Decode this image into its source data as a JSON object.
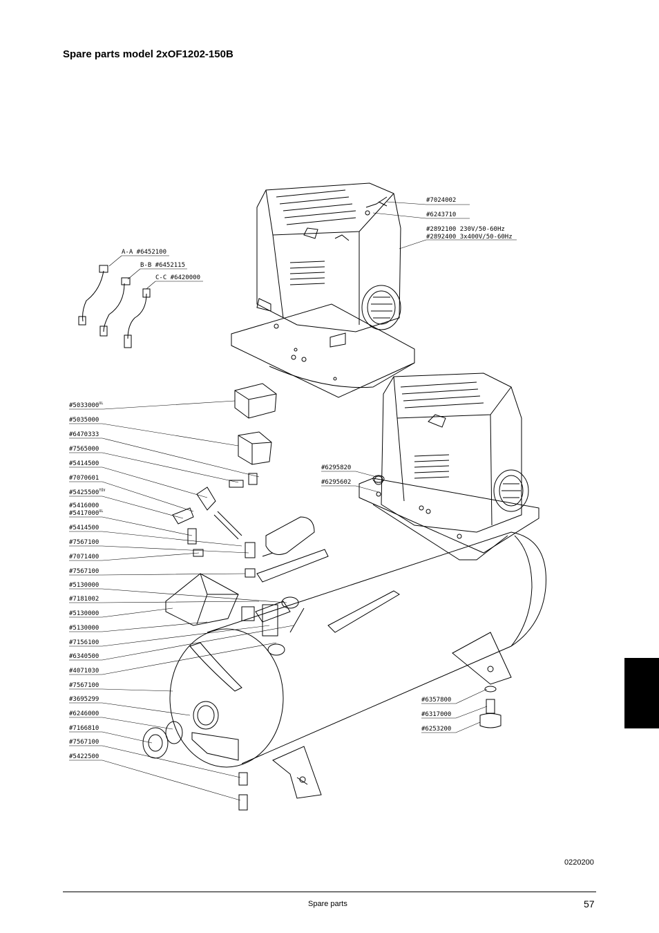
{
  "page": {
    "title": "Spare parts model 2xOF1202-150B",
    "doc_number": "0220200",
    "footer_section": "Spare parts",
    "page_number": "57"
  },
  "callouts_top_right": [
    "#7024002",
    "#6243710",
    "#2892100  230V/50-60Hz",
    "#2892400  3x400V/50-60Hz"
  ],
  "hoses": [
    "A-A  #6452100",
    "B-B  #6452115",
    "C-C  #6420000"
  ],
  "left_column": [
    {
      "code": "#5033000",
      "sup": "UL"
    },
    {
      "code": "#5035000",
      "sup": ""
    },
    {
      "code": "#6470333",
      "sup": ""
    },
    {
      "code": "#7565000",
      "sup": ""
    },
    {
      "code": "#5414500",
      "sup": ""
    },
    {
      "code": "#7070601",
      "sup": ""
    },
    {
      "code": "#5425500",
      "sup": "TÜV"
    },
    {
      "code": "#5416000",
      "sup": ""
    },
    {
      "code": "#5417000",
      "sup": "UL"
    },
    {
      "code": "#5414500",
      "sup": ""
    },
    {
      "code": "#7567100",
      "sup": ""
    },
    {
      "code": "#7071400",
      "sup": ""
    },
    {
      "code": "#7567100",
      "sup": ""
    },
    {
      "code": "#5130000",
      "sup": ""
    },
    {
      "code": "#7181002",
      "sup": ""
    },
    {
      "code": "#5130000",
      "sup": ""
    },
    {
      "code": "#5130000",
      "sup": ""
    },
    {
      "code": "#7156100",
      "sup": ""
    },
    {
      "code": "#6340500",
      "sup": ""
    },
    {
      "code": "#4071030",
      "sup": ""
    },
    {
      "code": "#7567100",
      "sup": ""
    },
    {
      "code": "#3695299",
      "sup": ""
    },
    {
      "code": "#6246000",
      "sup": ""
    },
    {
      "code": "#7166810",
      "sup": ""
    },
    {
      "code": "#7567100",
      "sup": ""
    },
    {
      "code": "#5422500",
      "sup": ""
    }
  ],
  "middle_right": [
    "#6295820",
    "#6295602"
  ],
  "bottom_right": [
    "#6357800",
    "#6317000",
    "#6253200"
  ]
}
